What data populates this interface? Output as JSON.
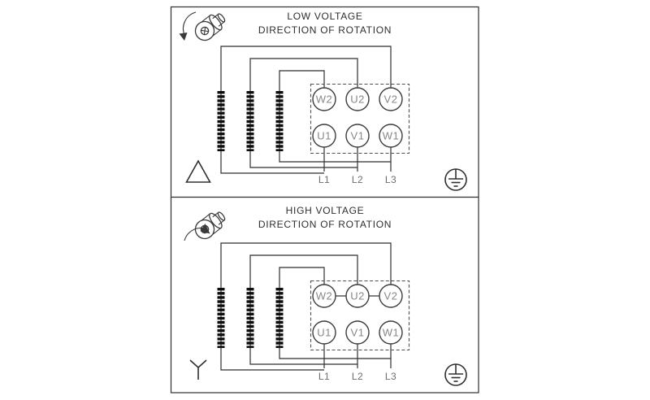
{
  "panels": [
    {
      "title": "LOW VOLTAGE",
      "subtitle": "DIRECTION OF ROTATION",
      "connection_symbol": "delta",
      "rotation_icon": "rotation-ccw-icon",
      "terminals_top": [
        "W2",
        "U2",
        "V2"
      ],
      "terminals_bottom": [
        "U1",
        "V1",
        "W1"
      ],
      "lines": [
        "L1",
        "L2",
        "L3"
      ]
    },
    {
      "title": "HIGH VOLTAGE",
      "subtitle": "DIRECTION OF ROTATION",
      "connection_symbol": "wye",
      "rotation_icon": "rotation-cw-icon",
      "terminals_top": [
        "W2",
        "U2",
        "V2"
      ],
      "terminals_bottom": [
        "U1",
        "V1",
        "W1"
      ],
      "lines": [
        "L1",
        "L2",
        "L3"
      ]
    }
  ],
  "icons": {
    "ground": "ground-icon",
    "shaft": "motor-shaft-icon",
    "delta": "delta-connection-symbol",
    "wye": "wye-connection-symbol"
  },
  "colors": {
    "wire": "#2f2f2f",
    "strip": "#0d0d0d",
    "terminal_text": "#878787",
    "line_text": "#6e6e6e",
    "title_text": "#2e2e2e",
    "background": "#ffffff"
  }
}
